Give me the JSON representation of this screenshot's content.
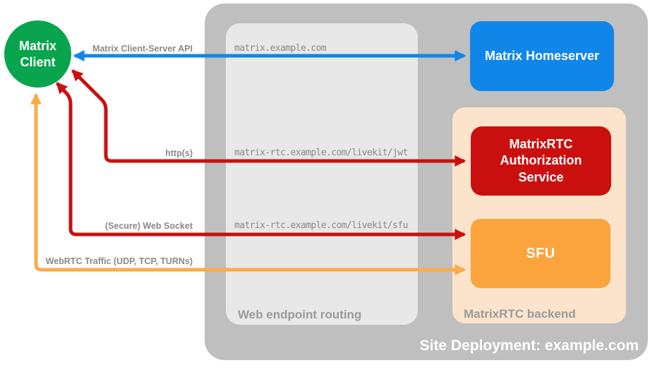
{
  "title": "Site Deployment: example.com",
  "client": {
    "label": "Matrix Client"
  },
  "homeserver": {
    "label": "Matrix Homeserver"
  },
  "web_routing": {
    "label": "Web endpoint routing",
    "endpoints": [
      "matrix.example.com",
      "matrix-rtc.example.com/livekit/jwt",
      "matrix-rtc.example.com/livekit/sfu"
    ]
  },
  "backend": {
    "label": "MatrixRTC backend",
    "auth_service": {
      "label": "MatrixRTC Authorization Service"
    },
    "sfu": {
      "label": "SFU"
    }
  },
  "connections": [
    {
      "label": "Matrix Client-Server API",
      "from": "Matrix Client",
      "to": "Matrix Homeserver",
      "via": "matrix.example.com",
      "color": "#1086e8",
      "bidirectional": true
    },
    {
      "label": "http(s)",
      "from": "Matrix Client",
      "to": "MatrixRTC Authorization Service",
      "via": "matrix-rtc.example.com/livekit/jwt",
      "color": "#c9100f",
      "bidirectional": true
    },
    {
      "label": "(Secure) Web Socket",
      "from": "Matrix Client",
      "to": "SFU",
      "via": "matrix-rtc.example.com/livekit/sfu",
      "color": "#c9100f",
      "bidirectional": true
    },
    {
      "label": "WebRTC Traffic (UDP, TCP, TURNs)",
      "from": "Matrix Client",
      "to": "SFU",
      "color": "#fbab4a",
      "bidirectional": true
    }
  ],
  "colors": {
    "green": "#09a54e",
    "blue": "#1086e8",
    "red": "#c9100f",
    "orange": "#fba33c",
    "orange-line": "#fbab4a",
    "peach": "#fbe4cb",
    "outer-gray": "#bfbfbf",
    "inner-gray": "#e8e8e8",
    "label-gray": "#8a8a8a",
    "zone-label-gray": "#9a9a9a"
  }
}
